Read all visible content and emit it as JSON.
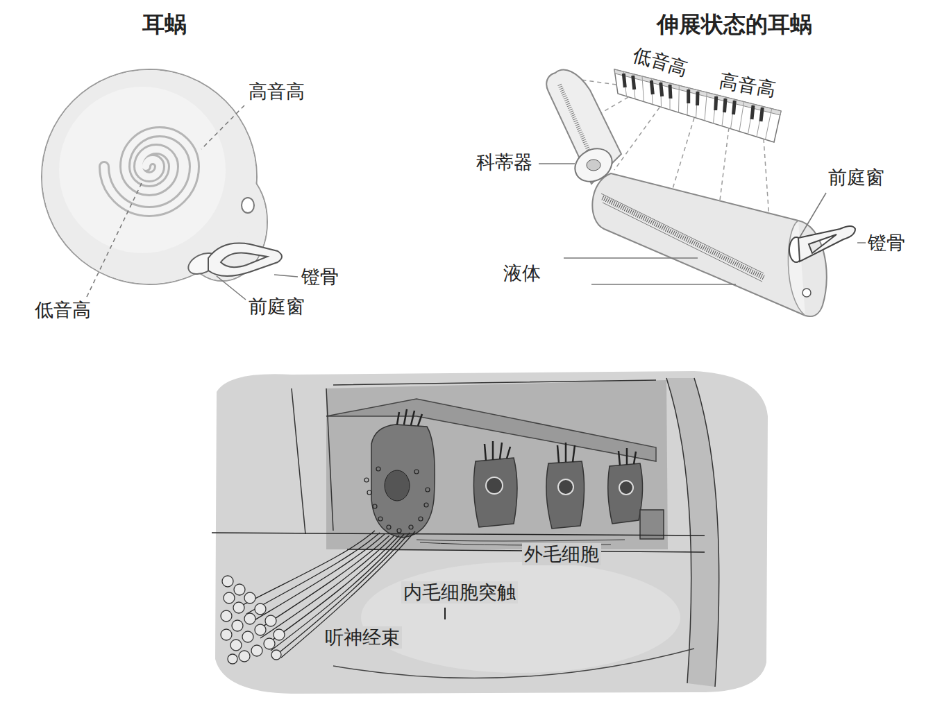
{
  "diagram": {
    "labels": [
      "耳蜗",
      "高音高",
      "镫骨",
      "前庭窗",
      "低音高",
      "伸展状态的耳蜗",
      "低音高",
      "高音高",
      "科蒂器",
      "前庭窗",
      "镫骨",
      "液体",
      "外毛细胞",
      "内毛细胞突触",
      "听神经束"
    ]
  }
}
